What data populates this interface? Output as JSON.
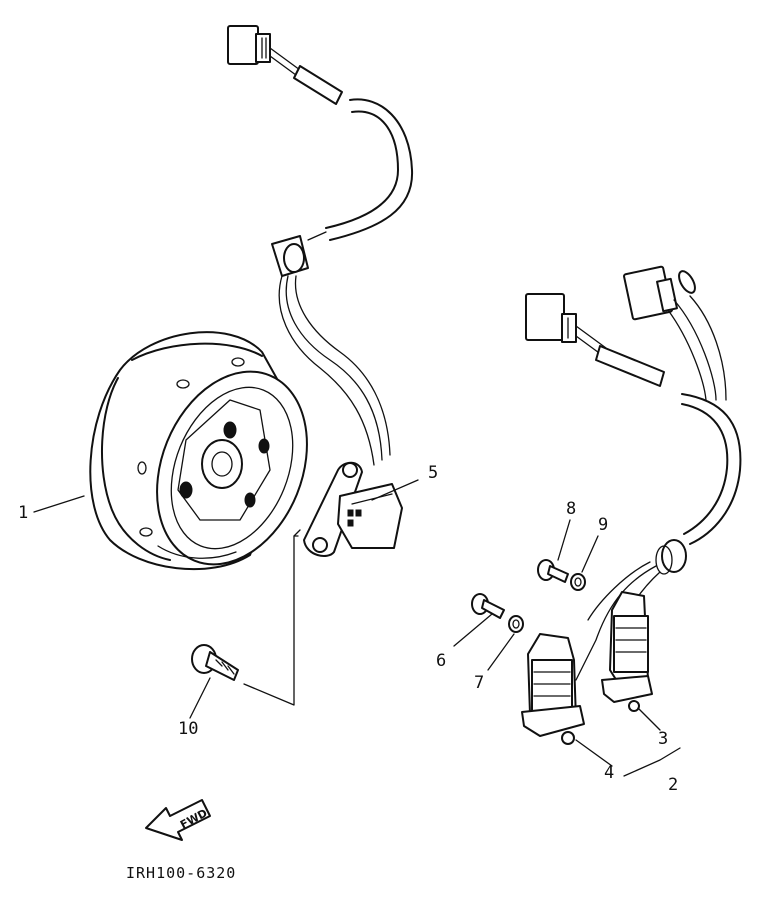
{
  "callouts": {
    "c1": "1",
    "c2": "2",
    "c3": "3",
    "c4": "4",
    "c5": "5",
    "c6": "6",
    "c7": "7",
    "c8": "8",
    "c9": "9",
    "c10": "10"
  },
  "direction_label": "FWD",
  "drawing_code": "IRH100-6320"
}
